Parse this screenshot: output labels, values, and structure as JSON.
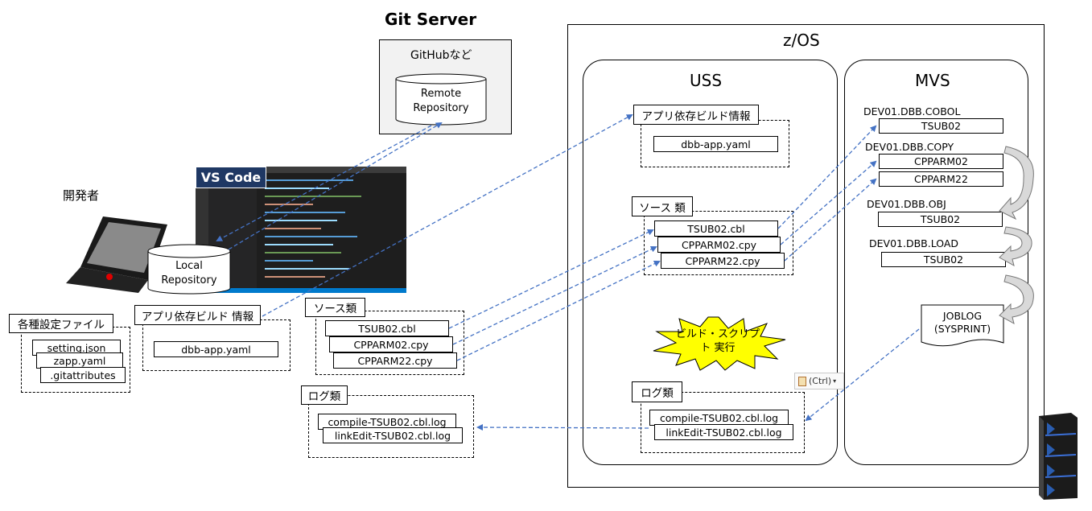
{
  "git_server": {
    "title": "Git Server",
    "github": "GitHubなど",
    "remote_repo": "Remote Repository"
  },
  "developer": {
    "label": "開発者"
  },
  "vscode": {
    "label": "VS Code",
    "local_repo": "Local Repository"
  },
  "local": {
    "settings": {
      "title": "各種設定ファイル",
      "files": [
        "setting.json",
        "zapp.yaml",
        ".gitattributes"
      ]
    },
    "app_info": {
      "title": "アプリ依存ビルド 情報",
      "file": "dbb-app.yaml"
    },
    "sources": {
      "title": "ソース類",
      "files": [
        "TSUB02.cbl",
        "CPPARM02.cpy",
        "CPPARM22.cpy"
      ]
    },
    "logs": {
      "title": "ログ類",
      "files": [
        "compile-TSUB02.cbl.log",
        "linkEdit-TSUB02.cbl.log"
      ]
    }
  },
  "zos": {
    "title": "z/OS",
    "uss": {
      "title": "USS",
      "app_info": {
        "title": "アプリ依存ビルド情報",
        "file": "dbb-app.yaml"
      },
      "sources": {
        "title": "ソース 類",
        "files": [
          "TSUB02.cbl",
          "CPPARM02.cpy",
          "CPPARM22.cpy"
        ]
      },
      "script": "ビルド・スクリプト 実行",
      "logs": {
        "title": "ログ類",
        "files": [
          "compile-TSUB02.cbl.log",
          "linkEdit-TSUB02.cbl.log"
        ]
      },
      "paste_hint": "(Ctrl)"
    },
    "mvs": {
      "title": "MVS",
      "datasets": [
        {
          "name": "DEV01.DBB.COBOL",
          "members": [
            "TSUB02"
          ]
        },
        {
          "name": "DEV01.DBB.COPY",
          "members": [
            "CPPARM02",
            "CPPARM22"
          ]
        },
        {
          "name": "DEV01.DBB.OBJ",
          "members": [
            "TSUB02"
          ]
        },
        {
          "name": "DEV01.DBB.LOAD",
          "members": [
            "TSUB02"
          ]
        }
      ],
      "joblog": "JOBLOG (SYSPRINT)"
    }
  },
  "colors": {
    "arrow": "#4472C4",
    "git_panel": "#f2f2f2",
    "script_star": "#ffff00",
    "curve_fill": "#d9d9d9"
  }
}
